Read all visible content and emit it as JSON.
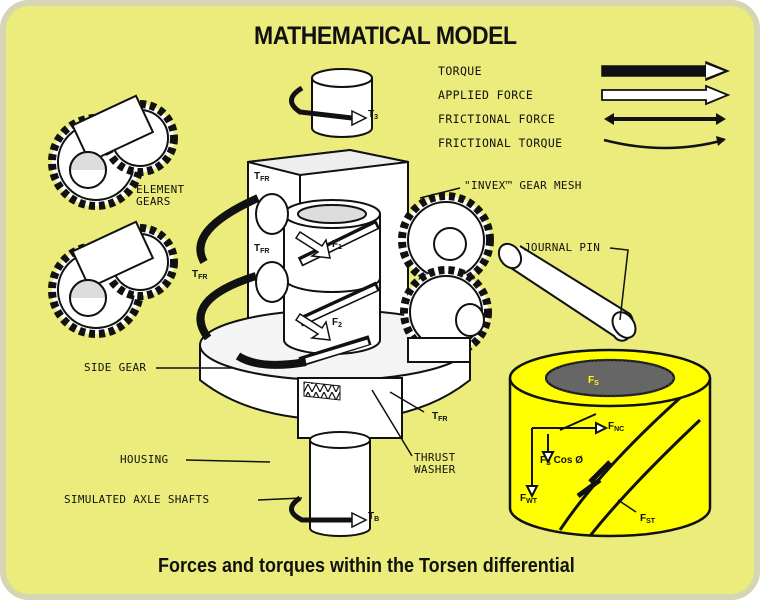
{
  "title": "MATHEMATICAL MODEL",
  "caption": "Forces and torques within the Torsen differential",
  "legend": {
    "torque": "TORQUE",
    "applied_force": "APPLIED FORCE",
    "frictional_force": "FRICTIONAL FORCE",
    "frictional_torque": "FRICTIONAL TORQUE"
  },
  "labels": {
    "element_gears": "ELEMENT\nGEARS",
    "invex_gear_mesh": "\"INVEX™ GEAR MESH",
    "journal_pin": "JOURNAL PIN",
    "side_gear": "SIDE GEAR",
    "housing": "HOUSING",
    "thrust_washer": "THRUST\nWASHER",
    "simulated_axle_shafts": "SIMULATED AXLE SHAFTS"
  },
  "symbols": {
    "t3": "T",
    "t3_sub": "3",
    "tb": "T",
    "tb_sub": "B",
    "tfr1": "T",
    "tfr1_sub": "FR",
    "tfr2": "T",
    "tfr2_sub": "FR",
    "tfr3": "T",
    "tfr3_sub": "FR",
    "tfr4": "T",
    "tfr4_sub": "FR",
    "f1": "F",
    "f1_sub": "1",
    "f2": "F",
    "f2_sub": "2",
    "fs": "F",
    "fs_sub": "S",
    "fnc": "F",
    "fnc_sub": "NC",
    "fscos": "F",
    "fscos_sub": "S",
    "fscos_rest": "Cos Ø",
    "fwt": "F",
    "fwt_sub": "WT",
    "fst": "F",
    "fst_sub": "ST"
  },
  "colors": {
    "background": "#ecec7c",
    "frame_border": "#d6d6b4",
    "ink": "#111111",
    "highlight": "#ffff00"
  }
}
